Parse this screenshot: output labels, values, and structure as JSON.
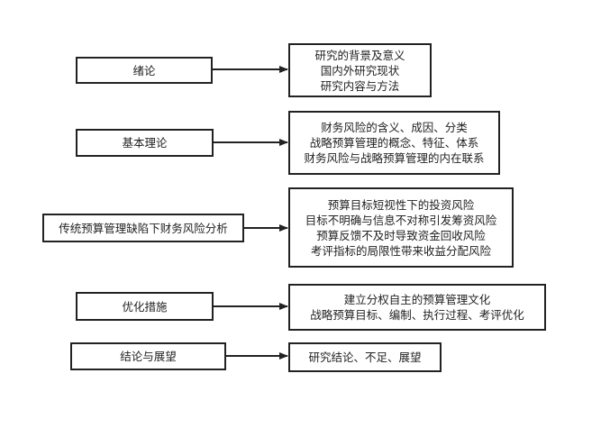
{
  "rows": [
    {
      "section": "绪论",
      "details": [
        "研究的背景及意义",
        "国内外研究现状",
        "研究内容与方法"
      ]
    },
    {
      "section": "基本理论",
      "details": [
        "财务风险的含义、成因、分类",
        "战略预算管理的概念、特征、体系",
        "财务风险与战略预算管理的内在联系"
      ]
    },
    {
      "section": "传统预算管理缺陷下财务风险分析",
      "details": [
        "预算目标短视性下的投资风险",
        "目标不明确与信息不对称引发筹资风险",
        "预算反馈不及时导致资金回收风险",
        "考评指标的局限性带来收益分配风险"
      ]
    },
    {
      "section": "优化措施",
      "details": [
        "建立分权自主的预算管理文化",
        "战略预算目标、编制、执行过程、考评优化"
      ]
    },
    {
      "section": "结论与展望",
      "details": [
        "研究结论、不足、展望"
      ]
    }
  ]
}
